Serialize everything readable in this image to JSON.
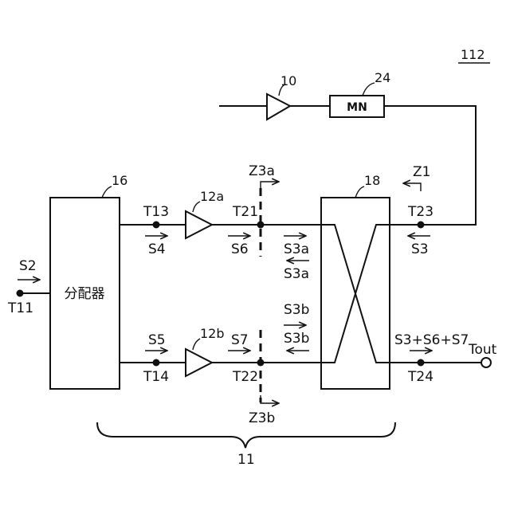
{
  "figure": {
    "figure_ref": "112",
    "amplifier_10_ref": "10",
    "matching_network_ref": "24",
    "matching_network_label": "MN",
    "splitter_ref": "16",
    "splitter_label": "分配器",
    "coupler_ref": "18",
    "amp_a_ref": "12a",
    "amp_b_ref": "12b",
    "bracket_ref": "11",
    "terminals": {
      "t11": "T11",
      "t13": "T13",
      "t14": "T14",
      "t21": "T21",
      "t22": "T22",
      "t23": "T23",
      "t24": "T24",
      "tout": "Tout"
    },
    "signals": {
      "s2": "S2",
      "s3": "S3",
      "s4": "S4",
      "s5": "S5",
      "s6": "S6",
      "s7": "S7",
      "s3a_fwd": "S3a",
      "s3a_back": "S3a",
      "s3b_fwd": "S3b",
      "s3b_back": "S3b",
      "sum": "S3+S6+S7"
    },
    "impedances": {
      "z1": "Z1",
      "z3a": "Z3a",
      "z3b": "Z3b"
    }
  }
}
